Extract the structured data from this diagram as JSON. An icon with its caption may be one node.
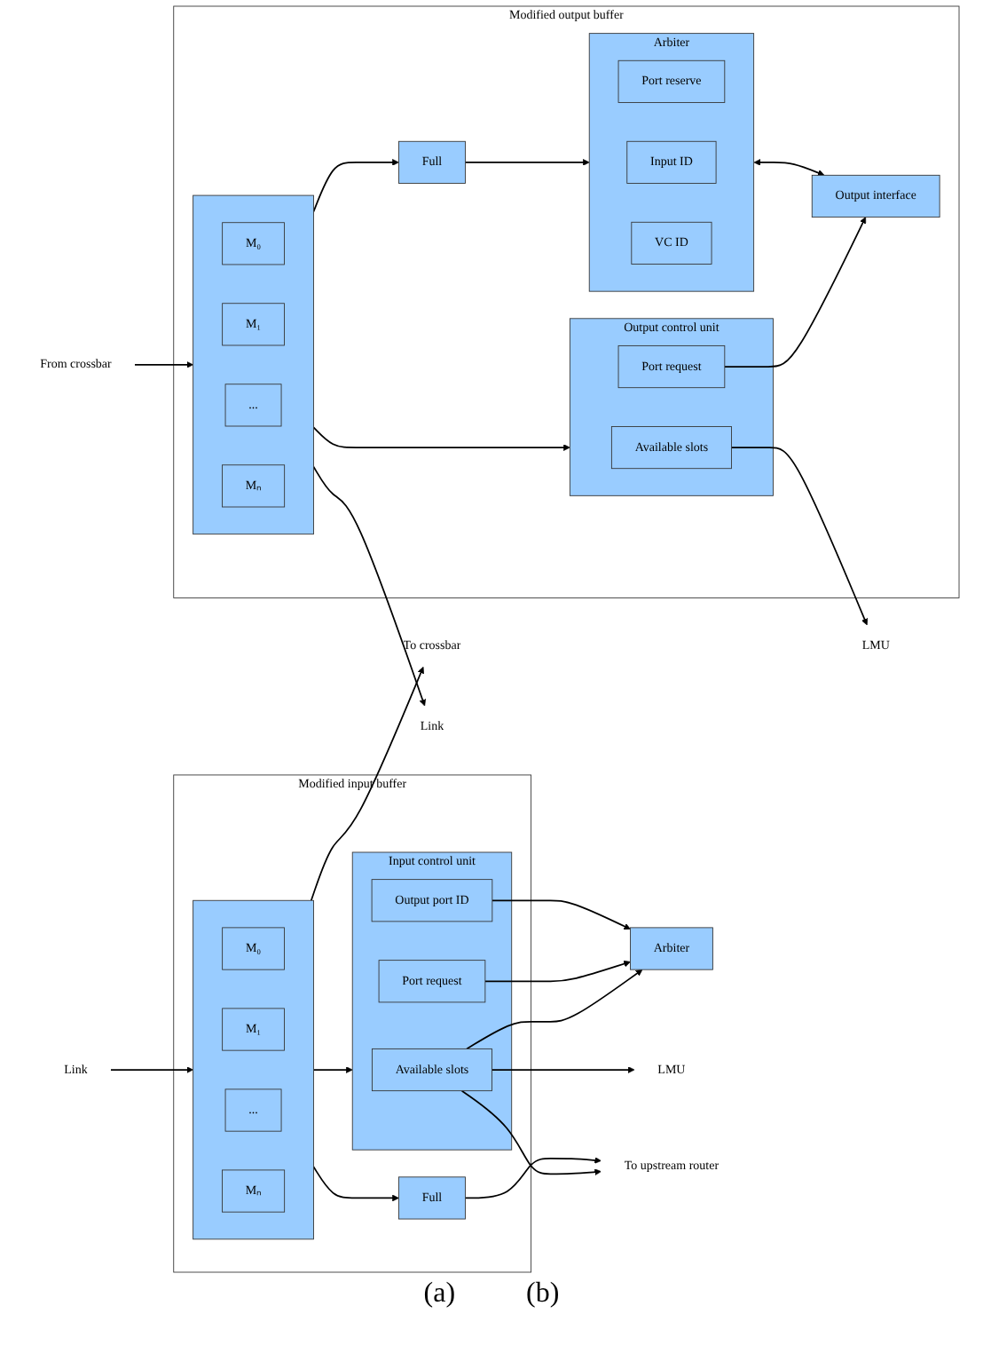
{
  "diagram": {
    "nodes": [
      {
        "text": [
          "Modified input buffer"
        ]
      },
      {
        "text": [
          "Arbiter"
        ]
      },
      {
        "text": [
          "Input control unit"
        ],
        "in": 0
      },
      {
        "text": [
          "Available slots"
        ],
        "in": 2
      },
      {
        "text": [
          "Port request"
        ],
        "in": 2
      },
      {
        "text": [
          "Output port ID"
        ],
        "in": 2
      },
      {
        "text": [
          "LMU"
        ]
      },
      {
        "text": [
          "To upstream router"
        ]
      },
      {
        "text": [
          "Full"
        ],
        "in": 0
      },
      {
        "text": [],
        "shape": "box",
        "in": 0
      },
      {
        "text": [
          "M₀"
        ],
        "in": 9
      },
      {
        "text": [
          "M₁"
        ],
        "in": 9
      },
      {
        "text": [
          "..."
        ],
        "in": 9
      },
      {
        "text": [
          "Mₙ"
        ],
        "in": 9
      },
      {
        "text": [
          "Link"
        ]
      },
      {
        "text": [
          "To crossbar"
        ]
      },
      {
        "text": [
          "Modified output buffer"
        ]
      },
      {
        "text": [
          "Arbiter"
        ],
        "in": 16
      },
      {
        "text": [
          "Port reserve"
        ],
        "in": 17
      },
      {
        "text": [
          "Input ID"
        ],
        "in": 17
      },
      {
        "text": [
          "VC ID"
        ],
        "in": 17
      },
      {
        "text": [
          "Output interface"
        ],
        "in": 16
      },
      {
        "text": [
          "Output control unit"
        ],
        "in": 16
      },
      {
        "text": [
          "Available slots"
        ],
        "in": 22
      },
      {
        "text": [
          "Port request"
        ],
        "in": 22
      },
      {
        "text": [
          "LMU"
        ]
      },
      {
        "text": [
          "Full"
        ],
        "in": 16
      },
      {
        "text": [],
        "shape": "box",
        "in": 16
      },
      {
        "text": [
          "M₀"
        ],
        "in": 27
      },
      {
        "text": [
          "M₁"
        ],
        "in": 27
      },
      {
        "text": [
          "..."
        ],
        "in": 27
      },
      {
        "text": [
          "Mₙ"
        ],
        "in": 27
      },
      {
        "text": [
          "From crossbar"
        ]
      },
      {
        "text": [
          "Link"
        ]
      }
    ],
    "edges": [
      {
        "from": 3,
        "to": 1,
        "arrow": "to"
      },
      {
        "from": 4,
        "to": 1,
        "arrow": "to"
      },
      {
        "from": 5,
        "to": 1,
        "arrow": "to"
      },
      {
        "from": 3,
        "to": 6,
        "arrow": "to"
      },
      {
        "from": 3,
        "to": 7,
        "arrow": "to"
      },
      {
        "from": 9,
        "to": 8,
        "arrow": "to"
      },
      {
        "from": 8,
        "to": 7,
        "arrow": "to"
      },
      {
        "from": 9,
        "to": 2,
        "arrow": "to"
      },
      {
        "from": 14,
        "to": 9,
        "arrow": "to"
      },
      {
        "from": 9,
        "to": 15,
        "arrow": "to"
      },
      {
        "from": 17,
        "to": 21,
        "arrow": "both"
      },
      {
        "from": 23,
        "to": 25,
        "arrow": "to"
      },
      {
        "from": 24,
        "to": 21,
        "arrow": "to"
      },
      {
        "from": 26,
        "to": 17,
        "arrow": "to"
      },
      {
        "from": 27,
        "to": 26,
        "arrow": "to"
      },
      {
        "from": 27,
        "to": 22,
        "arrow": "to"
      },
      {
        "from": 32,
        "to": 27,
        "arrow": "to"
      },
      {
        "from": 27,
        "to": 33,
        "arrow": "to"
      }
    ],
    "labels": [
      "(a)",
      "(b)"
    ]
  }
}
